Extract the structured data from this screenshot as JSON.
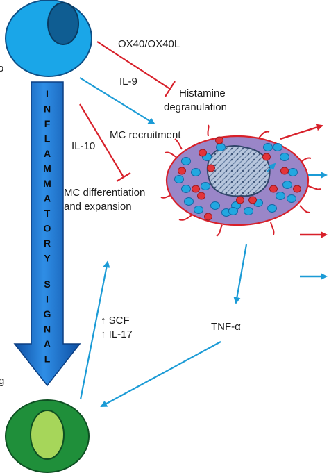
{
  "labels": {
    "ox40": "OX40/OX40L",
    "il9": "IL-9",
    "histamine_line1": "Histamine",
    "histamine_line2": "degranulation",
    "mc_recruitment": "MC recruitment",
    "il10": "IL-10",
    "mc_diff_line1": "MC differentiation",
    "mc_diff_line2": "and expansion",
    "scf": "↑ SCF",
    "il17": "↑ IL-17",
    "tnf": "TNF-α",
    "left_edge_top": "o",
    "left_edge_bottom": "g"
  },
  "signal": {
    "letters": [
      "I",
      "N",
      "F",
      "L",
      "A",
      "M",
      "M",
      "A",
      "T",
      "O",
      "R",
      "Y",
      "S",
      "I",
      "G",
      "N",
      "A",
      "L"
    ]
  },
  "colors": {
    "cell_top_outer": "#1aa6e8",
    "cell_top_nucleus": "#0f5d92",
    "cell_bottom_outer": "#1f8f3a",
    "cell_bottom_nucleus": "#a6d65a",
    "arrow_blue": "#1b9bd6",
    "inhibit_red": "#d8202a",
    "mast_cell_body": "#9a86c8",
    "mast_cell_edge": "#d8202a",
    "signal_arrow": "#1f73c9"
  }
}
